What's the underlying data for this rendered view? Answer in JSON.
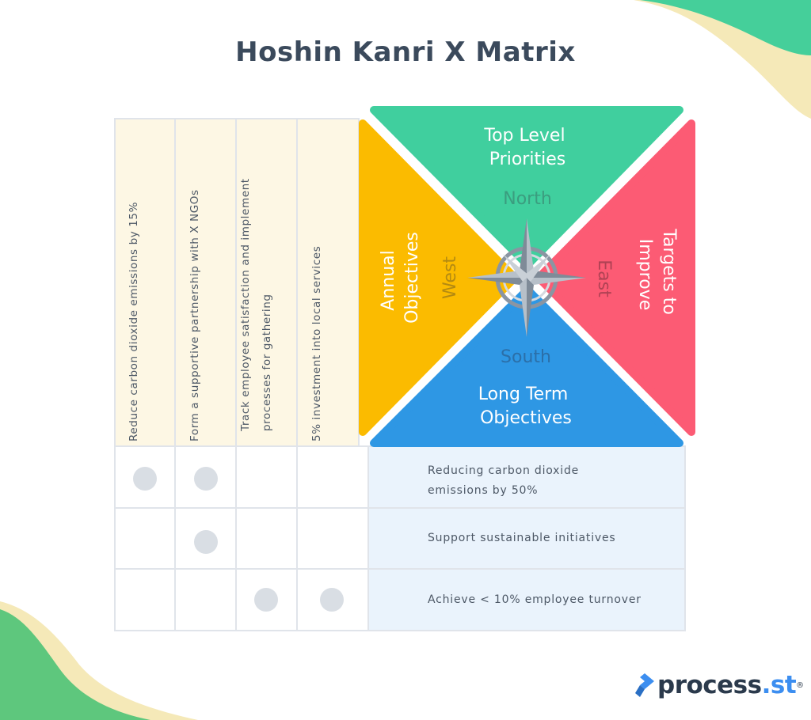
{
  "title": "Hoshin Kanri X Matrix",
  "quadrants": {
    "north": {
      "heading": "Top Level Priorities",
      "direction": "North",
      "color": "#40cf9e"
    },
    "east": {
      "heading": "Targets to Improve",
      "direction": "East",
      "color": "#fc5b74"
    },
    "south": {
      "heading": "Long Term Objectives",
      "direction": "South",
      "color": "#2e97e4"
    },
    "west": {
      "heading": "Annual Objectives",
      "direction": "West",
      "color": "#fbbb00"
    }
  },
  "annual_objectives": [
    "Reduce carbon dioxide emissions by 15%",
    "Form a supportive partnership with X NGOs",
    "Track employee satisfaction and implement processes for gathering",
    "5% investment into local services"
  ],
  "long_term_objectives": [
    "Reducing carbon dioxide emissions by 50%",
    "Support sustainable initiatives",
    "Achieve < 10% employee turnover"
  ],
  "correlations": [
    [
      true,
      true,
      false,
      false
    ],
    [
      false,
      true,
      false,
      false
    ],
    [
      false,
      false,
      true,
      true
    ]
  ],
  "logo": {
    "name": "process",
    "suffix": ".st",
    "mark": "®"
  }
}
